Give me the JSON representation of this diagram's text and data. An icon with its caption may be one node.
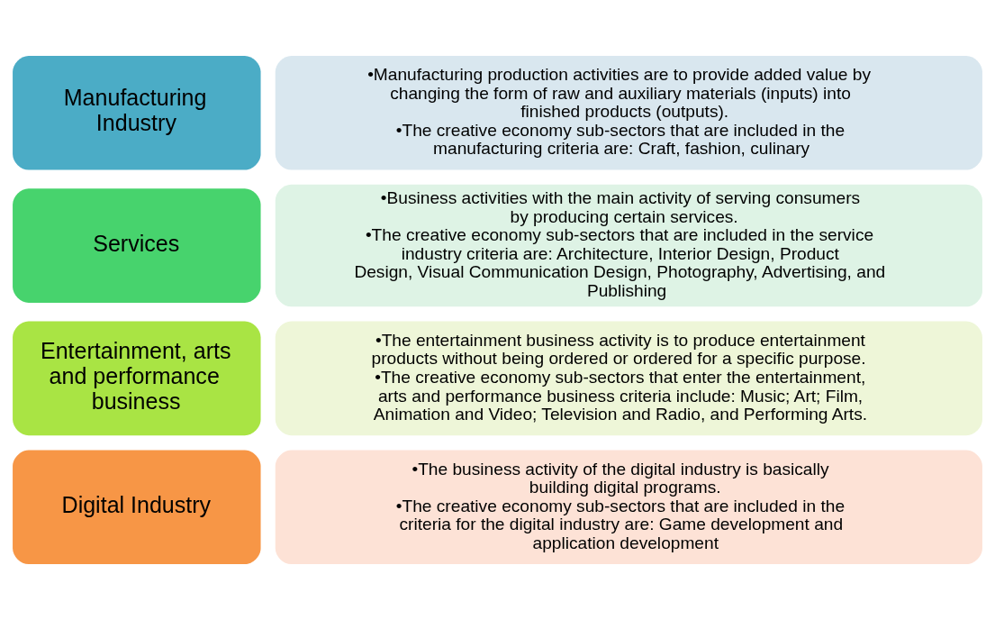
{
  "diagram": {
    "nodes": [
      {
        "text": [
          "Manufacturing Industry"
        ]
      },
      {
        "text": [
          "•Manufacturing production activities are to provide added value by changing the form of raw and auxiliary materials (inputs) into finished products (outputs).",
          "•The creative economy sub-sectors that are included in the manufacturing criteria are: Craft, fashion, culinary"
        ]
      },
      {
        "text": [
          "Services"
        ]
      },
      {
        "text": [
          "•Business activities with the main activity of serving consumers by producing certain services.",
          "•The creative economy sub-sectors that are included in the service industry criteria are: Architecture, Interior Design, Product Design, Visual Communication Design, Photography, Advertising, and Publishing"
        ]
      },
      {
        "text": [
          "Entertainment, arts and performance business"
        ]
      },
      {
        "text": [
          "•The entertainment business activity is to produce entertainment products without being ordered or ordered for a specific purpose.",
          "•The creative economy sub-sectors that enter the entertainment, arts and performance business criteria include: Music; Art; Film, Animation and Video; Television and Radio, and Performing Arts."
        ]
      },
      {
        "text": [
          "Digital Industry"
        ]
      },
      {
        "text": [
          "•The business activity of the digital industry is basically building digital programs.",
          "•The creative economy sub-sectors that are included in the criteria for the digital industry are: Game development and application development"
        ]
      }
    ],
    "edges": []
  }
}
